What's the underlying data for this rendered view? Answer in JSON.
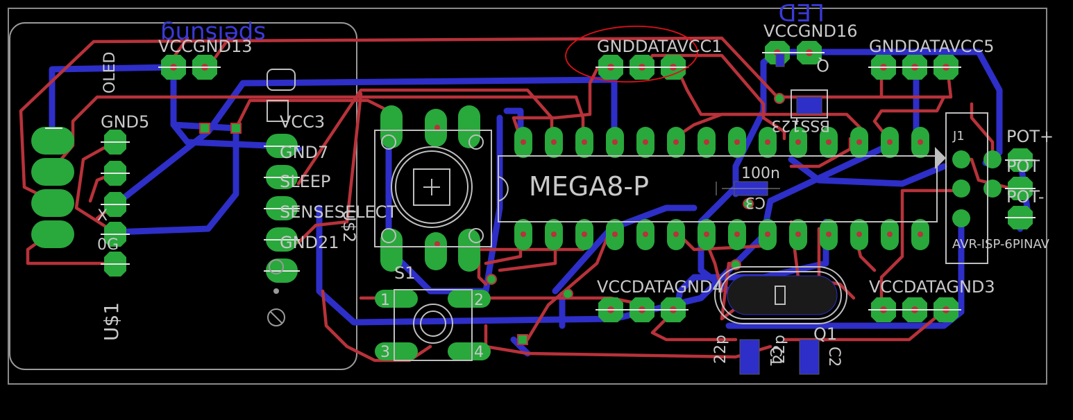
{
  "colors": {
    "background": "#000000",
    "top_trace": "#b8323a",
    "bottom_trace": "#2e2ec8",
    "pad": "#29a83c",
    "silkscreen": "#bfbfbf",
    "mirror_text": "#3a3ad8",
    "annotation": "#e0101a"
  },
  "labels": {
    "speisung": "speisung",
    "led_mirror": "LED",
    "vcc_gnd13": "VCCGND13",
    "oled": "OLED",
    "gnd5": "GND5",
    "vcc3": "VCC3",
    "gnd7": "GND7",
    "sleep": "SLEEP",
    "senseselect": "SENSESELECT",
    "gnd21": "GND21",
    "usb_label": "U$1",
    "side_x": "X",
    "side_g": "0G",
    "gnd_data_vcc1": "GNDDATAVCC1",
    "vcc_gnd16": "VCCGND16",
    "gnd_data_vcc5": "GNDDATAVCC5",
    "bss_mirror": "BSS123",
    "q_mirror": "Q",
    "j1": "J1",
    "pot_plus": "POT+",
    "pot_mid": "POT",
    "pot_minus": "POT-",
    "avr_isp": "AVR-ISP-6PINAV",
    "mega": "MEGA8-P",
    "cap_100n": "100n",
    "cap_c3": "C3",
    "s1": "S1",
    "s1_pins": {
      "p1": "1",
      "p2": "2",
      "p3": "3",
      "p4": "4"
    },
    "vcc_data_gnd4": "VCCDATAGND4",
    "vcc_data_gnd3": "VCCDATAGND3",
    "q1": "Q1",
    "c1": "C1",
    "c2": "C2",
    "c_mirror_a": "22p",
    "c_mirror_b": "22p",
    "usb2_mirror": "U$2"
  }
}
